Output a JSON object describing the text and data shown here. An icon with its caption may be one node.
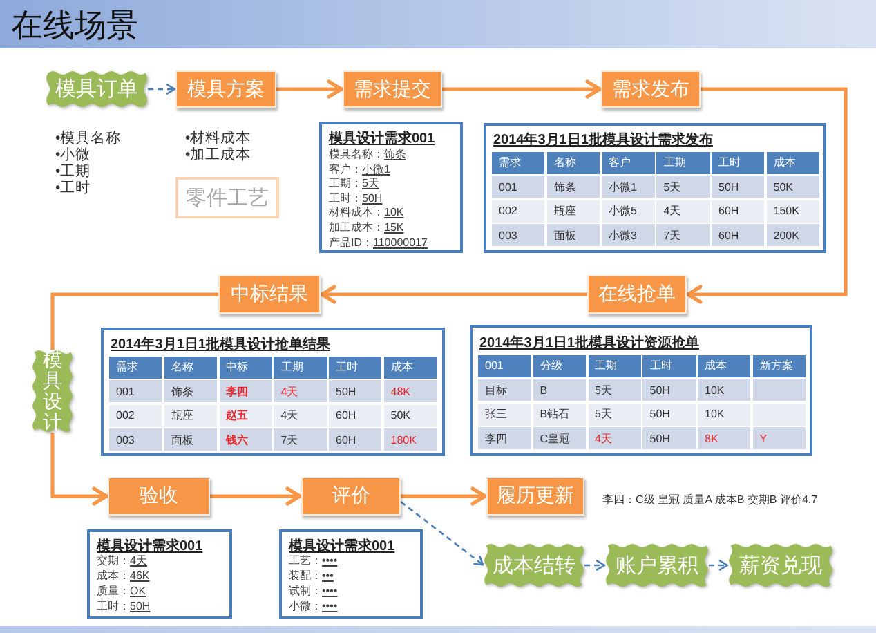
{
  "diagram": {
    "title": "在线场景",
    "nodes": [
      {
        "text": [
          "模具订单"
        ],
        "beside": [
          "•模具名称",
          "•小微",
          "•工期",
          "•工时"
        ]
      },
      {
        "text": [
          "模具方案"
        ],
        "beside": [
          "•材料成本",
          "•加工成本"
        ]
      },
      {
        "text": [
          "需求提交"
        ]
      },
      {
        "text": [
          "需求发布"
        ]
      },
      {
        "text": [
          "零件工艺"
        ]
      },
      {
        "text": [
          "模具设计需求001",
          "模具名称：",
          "饰条",
          "客户：",
          "小微1",
          "工期：",
          "5天",
          "工时：",
          "50H",
          "材料成本：",
          "10K",
          "加工成本：",
          "15K",
          "产品ID：",
          "110000017"
        ]
      },
      {
        "text": [
          "2014年3月1日1批模具设计需求发布",
          "需求",
          "名称",
          "客户",
          "工期",
          "工时",
          "成本",
          "001",
          "饰条",
          "小微1",
          "5天",
          "50H",
          "50K",
          "002",
          "瓶座",
          "小微5",
          "4天",
          "60H",
          "150K",
          "003",
          "面板",
          "小微3",
          "7天",
          "60H",
          "200K"
        ]
      },
      {
        "text": [
          "中标结果"
        ]
      },
      {
        "text": [
          "在线抢单"
        ]
      },
      {
        "text": [
          "模具设计"
        ]
      },
      {
        "text": [
          "2014年3月1日1批模具设计抢单结果",
          "需求",
          "名称",
          "中标",
          "工期",
          "工时",
          "成本",
          "001",
          "饰条",
          "李四",
          "4天",
          "50H",
          "48K",
          "002",
          "瓶座",
          "赵五",
          "4天",
          "60H",
          "50K",
          "003",
          "面板",
          "钱六",
          "7天",
          "60H",
          "180K"
        ]
      },
      {
        "text": [
          "2014年3月1日1批模具设计资源抢单",
          "001",
          "分级",
          "工期",
          "工时",
          "成本",
          "新方案",
          "目标",
          "B",
          "5天",
          "50H",
          "10K",
          "张三",
          "B钻石",
          "5天",
          "50H",
          "10K",
          "李四",
          "C皇冠",
          "4天",
          "50H",
          "8K",
          "Y"
        ]
      },
      {
        "text": [
          "验收"
        ]
      },
      {
        "text": [
          "评价"
        ]
      },
      {
        "text": [
          "履历更新"
        ],
        "beside": [
          "李四：C级 皇冠 质量A 成本B 交期B 评价4.7"
        ]
      },
      {
        "text": [
          "模具设计需求001",
          "交期：",
          "4天",
          "成本：",
          "46K",
          "质量：",
          "OK",
          "工时：",
          "50H"
        ]
      },
      {
        "text": [
          "模具设计需求001",
          "工艺：",
          "••••",
          "装配：",
          "•••",
          "试制：",
          "••••",
          "小微：",
          "••••"
        ]
      },
      {
        "text": [
          "成本结转"
        ]
      },
      {
        "text": [
          "账户累积"
        ]
      },
      {
        "text": [
          "薪资兑现"
        ]
      }
    ],
    "edges": [
      {
        "from": 0,
        "to": 1,
        "arrow": "to",
        "style": "dashed",
        "color": "#4a7ebb"
      },
      {
        "from": 1,
        "to": 2,
        "arrow": "to"
      },
      {
        "from": 2,
        "to": 3,
        "arrow": "to"
      },
      {
        "from": 3,
        "to": 8,
        "arrow": "to"
      },
      {
        "from": 8,
        "to": 7,
        "arrow": "to"
      },
      {
        "from": 7,
        "to": 9,
        "arrow": "none"
      },
      {
        "from": 9,
        "to": 12,
        "arrow": "to"
      },
      {
        "from": 12,
        "to": 13,
        "arrow": "to"
      },
      {
        "from": 13,
        "to": 14,
        "arrow": "to"
      },
      {
        "from": 13,
        "to": 17,
        "arrow": "to",
        "style": "dashed",
        "color": "#4a7ebb"
      },
      {
        "from": 17,
        "to": 18,
        "arrow": "to",
        "style": "dashed",
        "color": "#4a7ebb"
      },
      {
        "from": 18,
        "to": 19,
        "arrow": "to",
        "style": "dashed",
        "color": "#4a7ebb"
      }
    ]
  }
}
